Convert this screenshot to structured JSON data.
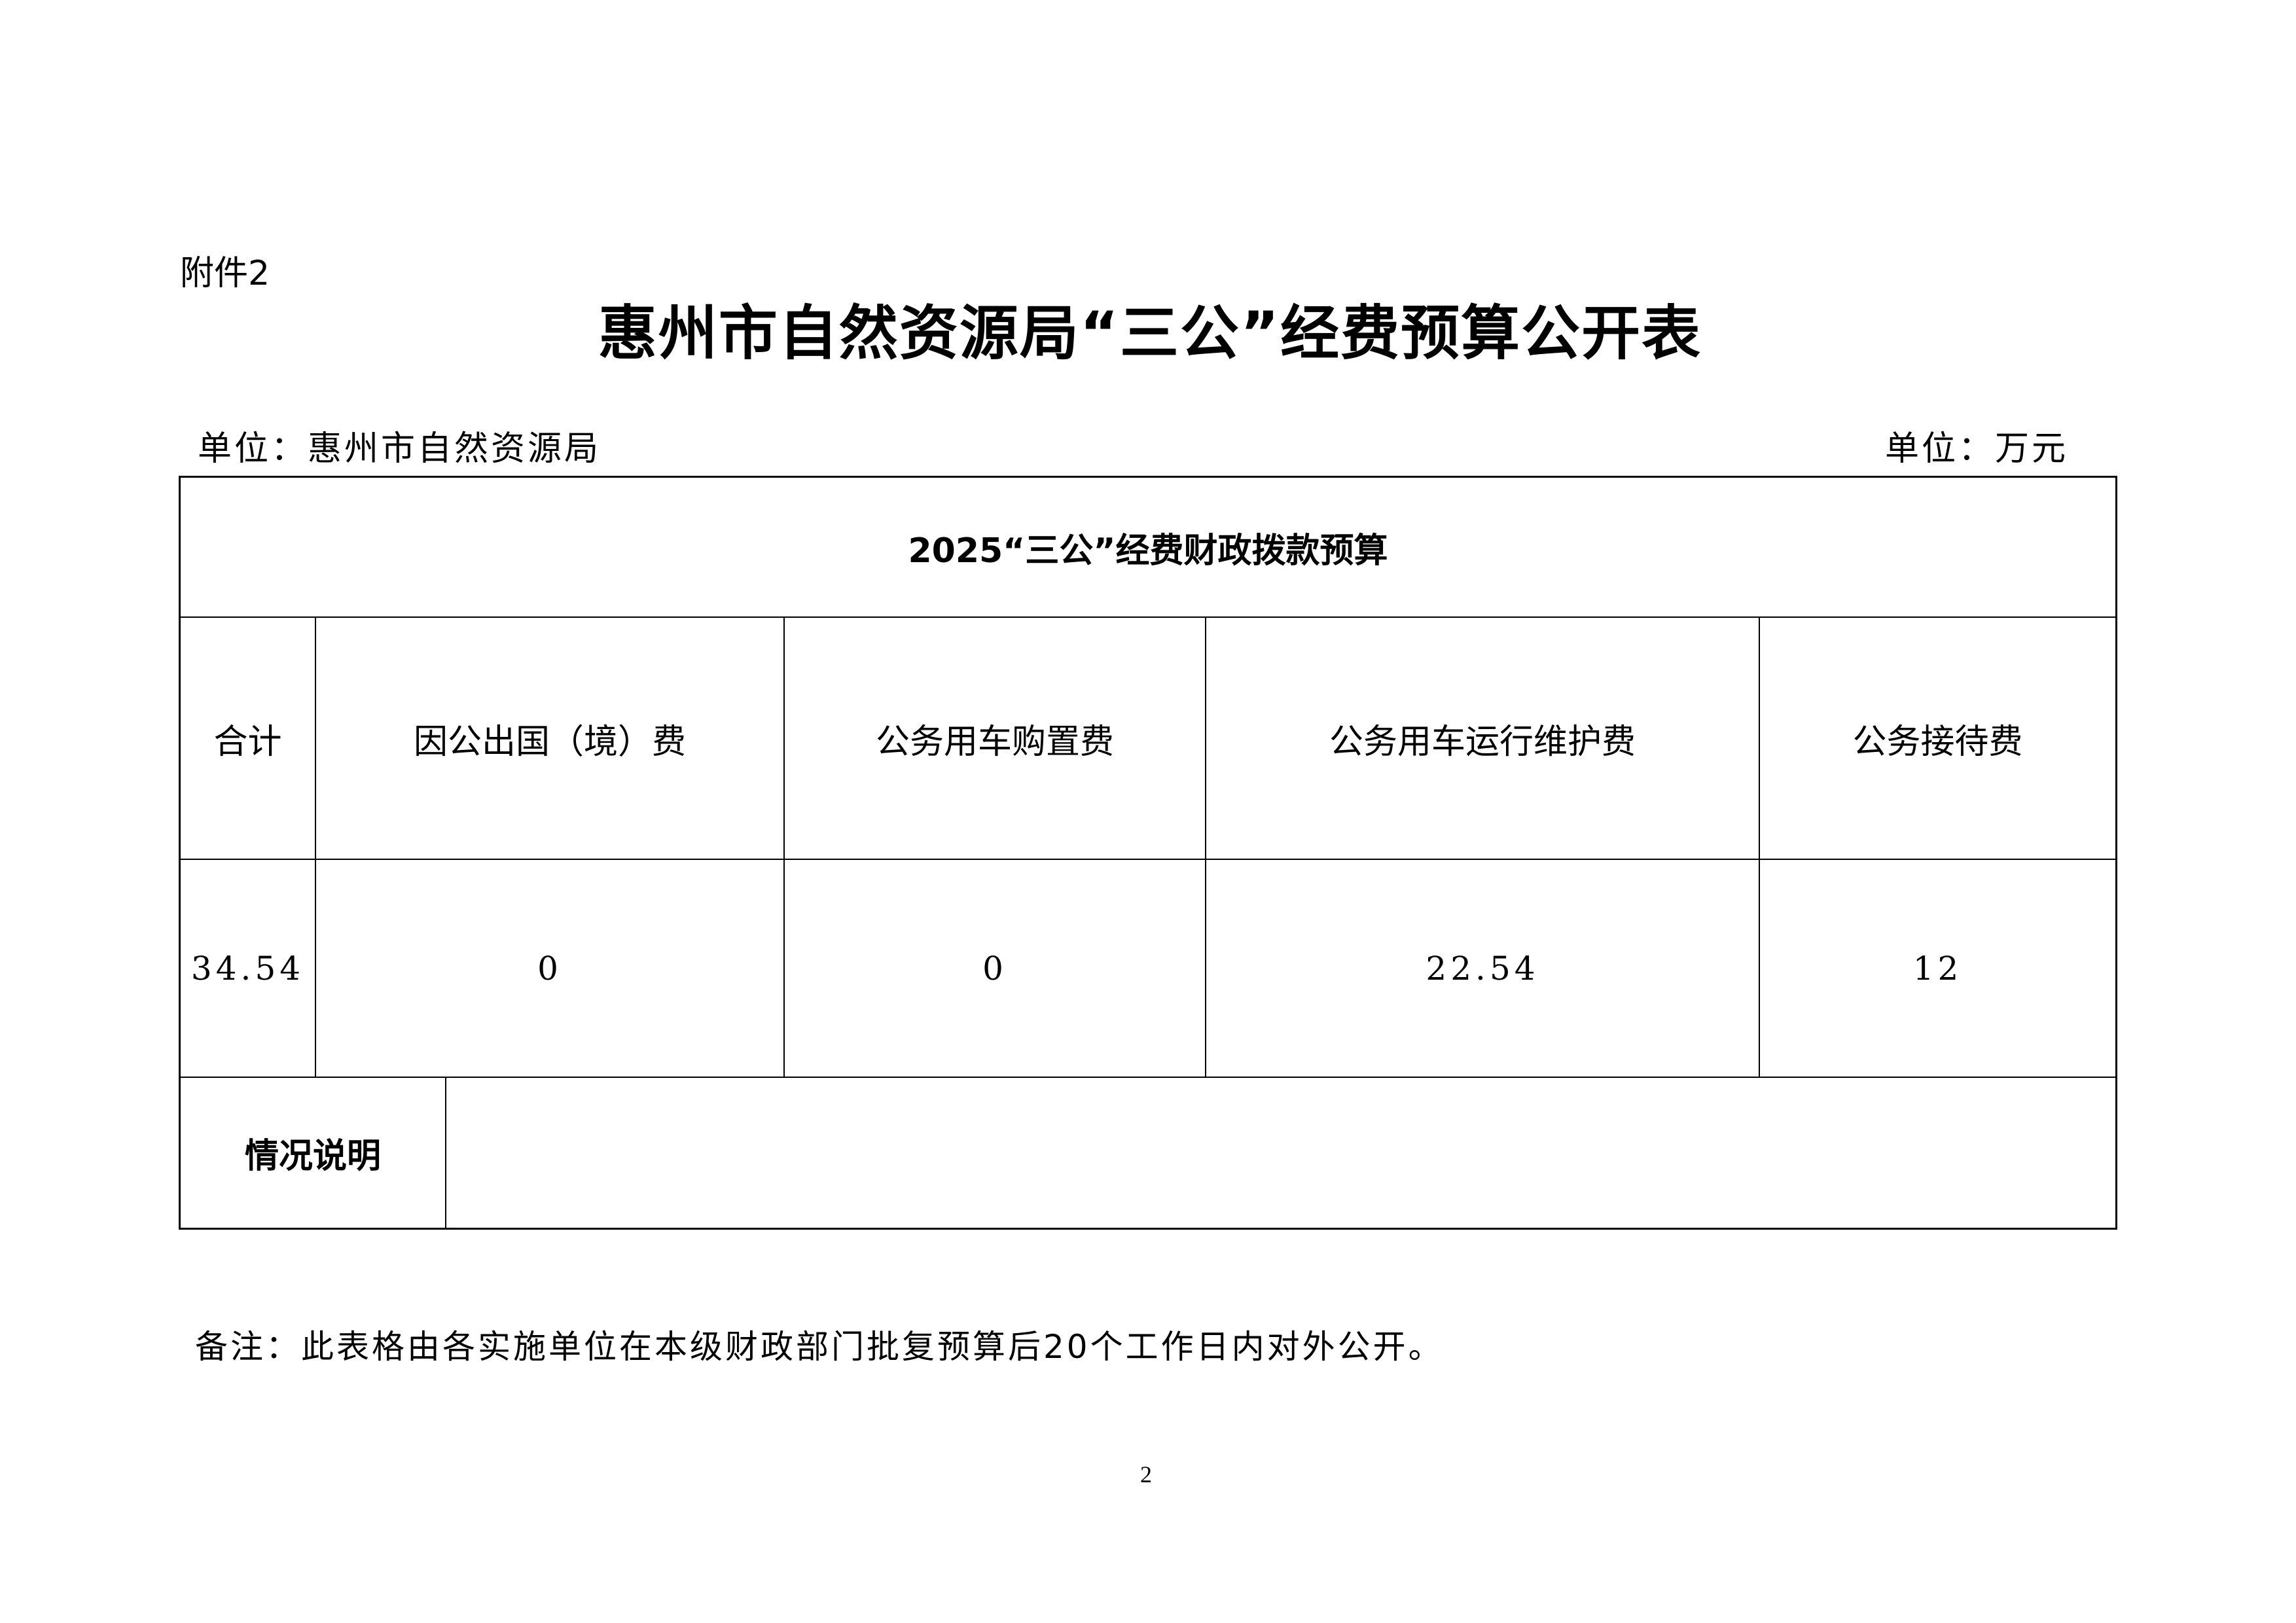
{
  "attachment_label": "附件2",
  "title": "惠州市自然资源局“三公”经费预算公开表",
  "unit_org": "单位：惠州市自然资源局",
  "unit_currency": "单位：万元",
  "table": {
    "caption": "2025“三公”经费财政拨款预算",
    "columns": [
      "合计",
      "因公出国（境）费",
      "公务用车购置费",
      "公务用车运行维护费",
      "公务接待费"
    ],
    "values": [
      "34.54",
      "0",
      "0",
      "22.54",
      "12"
    ],
    "remarks_label": "情况说明",
    "remarks_value": ""
  },
  "note": "备注：此表格由各实施单位在本级财政部门批复预算后20个工作日内对外公开。",
  "page_number": "2"
}
